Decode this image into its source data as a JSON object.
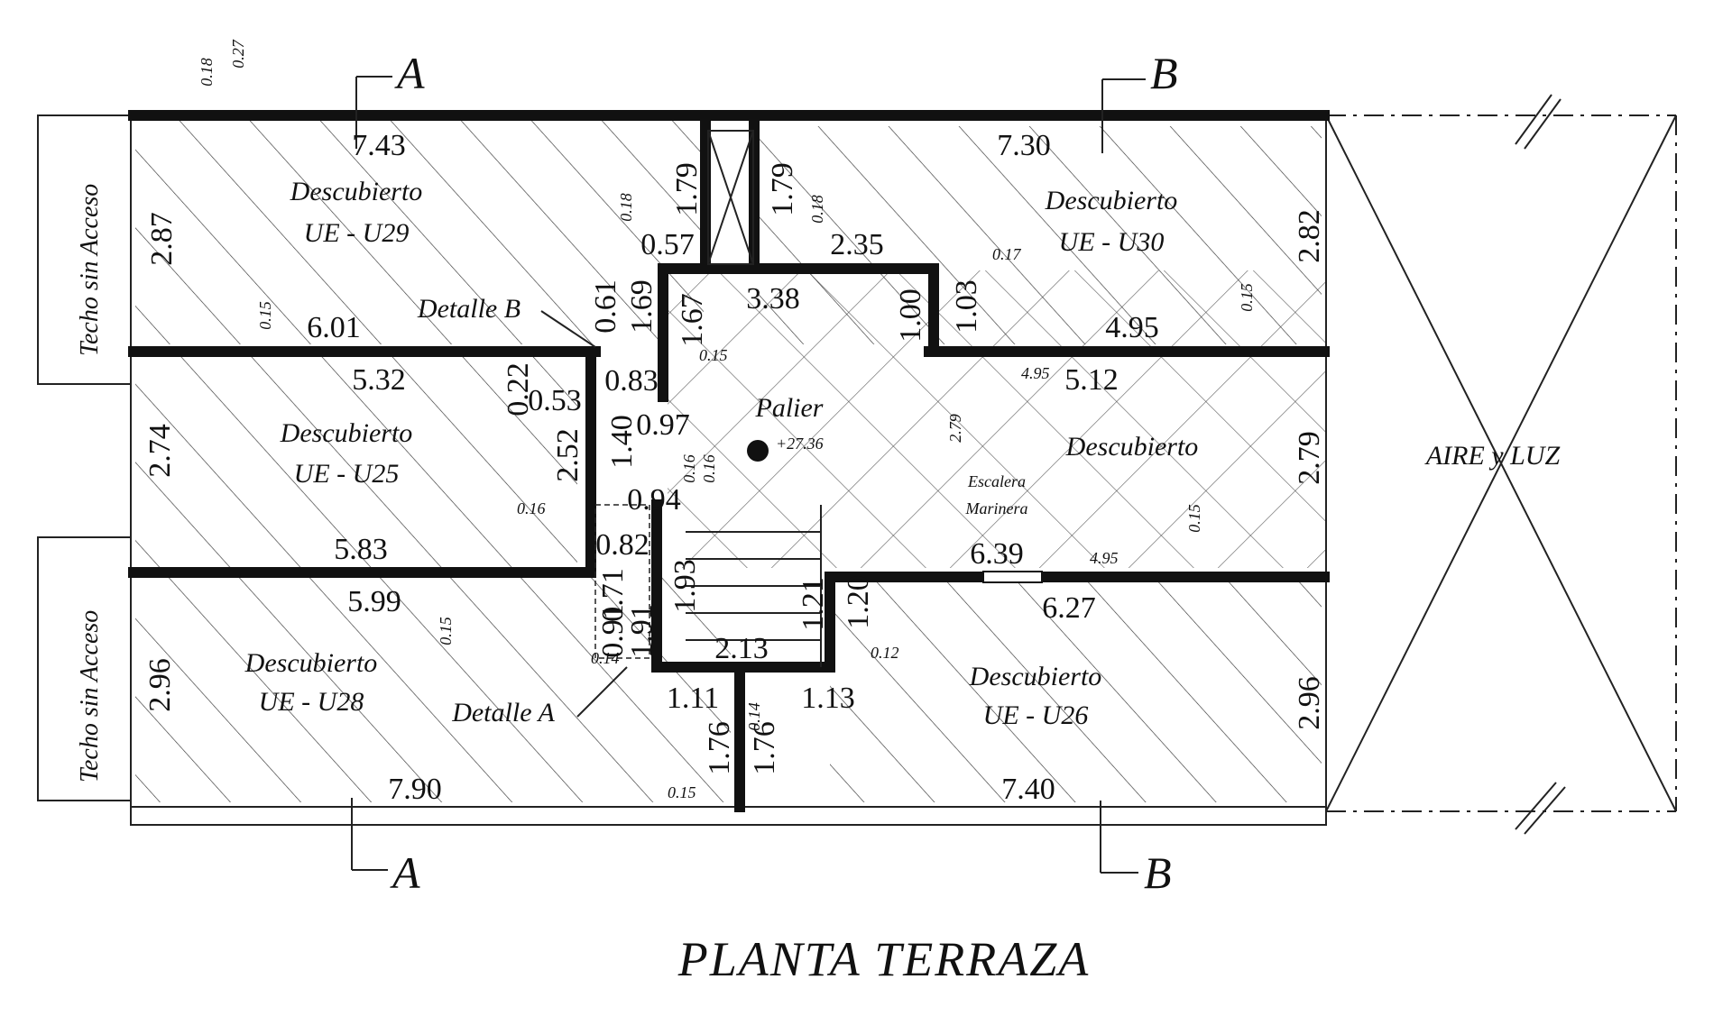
{
  "drawing": {
    "title": "PLANTA TERRAZA",
    "sections": {
      "a": "A",
      "b": "B"
    },
    "rooms": [
      {
        "id": "u29",
        "name": "Descubierto",
        "unit": "UE - U29"
      },
      {
        "id": "u30",
        "name": "Descubierto",
        "unit": "UE - U30"
      },
      {
        "id": "u25",
        "name": "Descubierto",
        "unit": "UE - U25"
      },
      {
        "id": "desc",
        "name": "Descubierto",
        "unit": ""
      },
      {
        "id": "u28",
        "name": "Descubierto",
        "unit": "UE - U28"
      },
      {
        "id": "u26",
        "name": "Descubierto",
        "unit": "UE - U26"
      }
    ],
    "palier": "Palier",
    "escalera": [
      "Escalera",
      "Marinera"
    ],
    "aire_luz": "AIRE y LUZ",
    "techo": "Techo sin Acceso",
    "detalle_a": "Detalle A",
    "detalle_b": "Detalle B",
    "dims": {
      "d743": "7.43",
      "d730": "7.30",
      "d287": "2.87",
      "d282": "2.82",
      "d179a": "1.79",
      "d179b": "1.79",
      "d057": "0.57",
      "d235": "2.35",
      "d601": "6.01",
      "d495a": "4.95",
      "d061": "0.61",
      "d169": "1.69",
      "d167": "1.67",
      "d338": "3.38",
      "d100": "1.00",
      "d103": "1.03",
      "d532": "5.32",
      "d022": "0.22",
      "d053": "0.53",
      "d083": "0.83",
      "d512": "5.12",
      "d274": "2.74",
      "d252": "2.52",
      "d140": "1.40",
      "d097": "0.97",
      "d279a": "2.79",
      "d279b": "2.79",
      "d094": "0.94",
      "d583": "5.83",
      "d082": "0.82",
      "d639": "6.39",
      "d599": "5.99",
      "d071": "0.71",
      "d193": "1.93",
      "d121": "1.21",
      "d120": "1.20",
      "d627": "6.27",
      "d091": "0.91",
      "d191": "1.91",
      "d213": "2.13",
      "d296a": "2.96",
      "d296b": "2.96",
      "d111": "1.11",
      "d113": "1.13",
      "d176a": "1.76",
      "d176b": "1.76",
      "d790": "7.90",
      "d740": "7.40"
    },
    "small_dims": {
      "s018a": "0.18",
      "s027": "0.27",
      "s015a": "0.15",
      "s018b": "0.18",
      "s018c": "0.18",
      "s017": "0.17",
      "s015b": "0.15",
      "s015c": "0.15",
      "s495": "4.95",
      "s016a": "0.16",
      "s016b": "0.16",
      "s016c": "0.16",
      "s015d": "0.15",
      "s495b": "4.95",
      "s015e": "0.15",
      "s012": "0.12",
      "s014a": "0.14",
      "s014b": "0.14",
      "s015f": "0.15",
      "slevel": "+27.36"
    }
  }
}
